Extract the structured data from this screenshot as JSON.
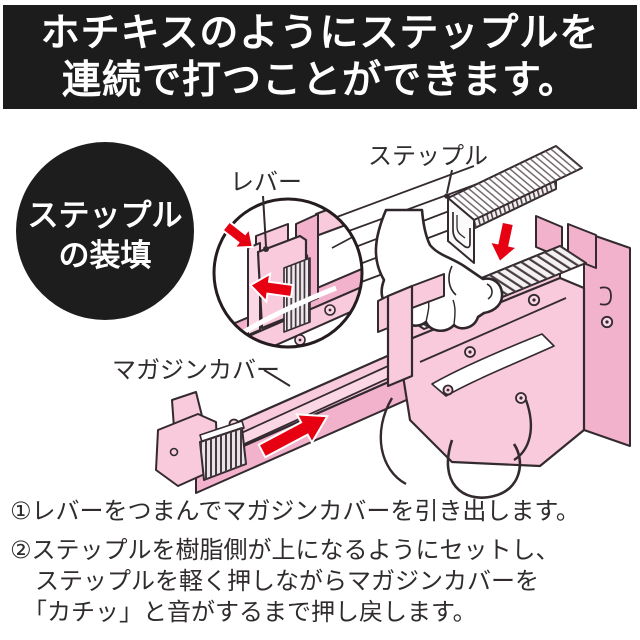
{
  "header": {
    "line1": "ホチキスのようにステップルを",
    "line2": "連続で打つことができます。"
  },
  "badge": {
    "line1": "ステップル",
    "line2": "の装填"
  },
  "labels": {
    "lever": "レバー",
    "staple": "ステップル",
    "magazine_cover": "マガジンカバー"
  },
  "instructions": {
    "line1": "①レバーをつまんでマガジンカバーを引き出します。",
    "line2": "②ステップルを樹脂側が上になるようにセットし、",
    "line3": "ステップルを軽く押しながらマガジンカバーを",
    "line4": "「カチッ」と音がするまで押し戻します。"
  },
  "icons": {
    "arrow_pull_lever": "red-arrow-down-right",
    "arrow_pull_out": "red-arrow-left",
    "arrow_insert_staple": "red-arrow-down",
    "arrow_push_back": "red-arrow-up-right"
  },
  "colors": {
    "banner_bg": "#1c1c1c",
    "badge_bg": "#1d1d1d",
    "body_pink": "#f8cadb",
    "shade_pink": "#f3b2cb",
    "groove_pink": "#fbd6e4",
    "arrow_red": "#e60012",
    "outline": "#332a2f",
    "text": "#302c2d"
  }
}
